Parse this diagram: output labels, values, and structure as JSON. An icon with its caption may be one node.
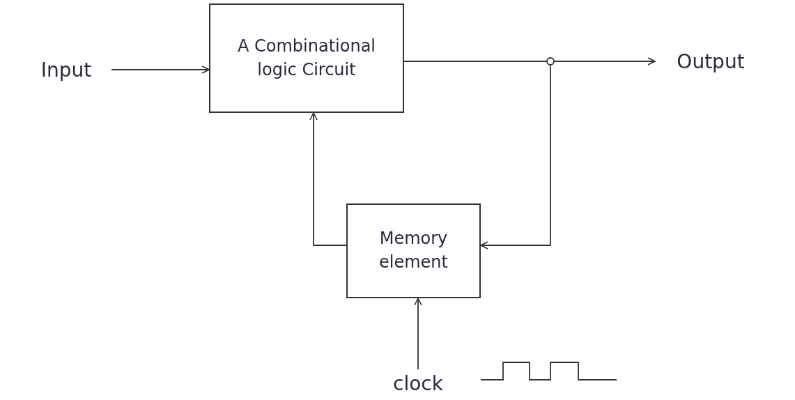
{
  "diagram": {
    "nodes": [
      {
        "text": [
          "Input"
        ]
      },
      {
        "text": [
          "A Combinational logic Circuit"
        ]
      },
      {
        "text": [
          "Output"
        ]
      },
      {
        "text": [
          "Memory element"
        ]
      },
      {
        "text": [
          "clock"
        ]
      }
    ],
    "edges": [
      {
        "from": 0,
        "to": 1,
        "arrow": "to"
      },
      {
        "from": 1,
        "to": 2,
        "arrow": "to"
      },
      {
        "from": 1,
        "to": 3,
        "arrow": "to"
      },
      {
        "from": 3,
        "to": 1,
        "arrow": "to"
      },
      {
        "from": 4,
        "to": 3,
        "arrow": "to"
      }
    ]
  }
}
